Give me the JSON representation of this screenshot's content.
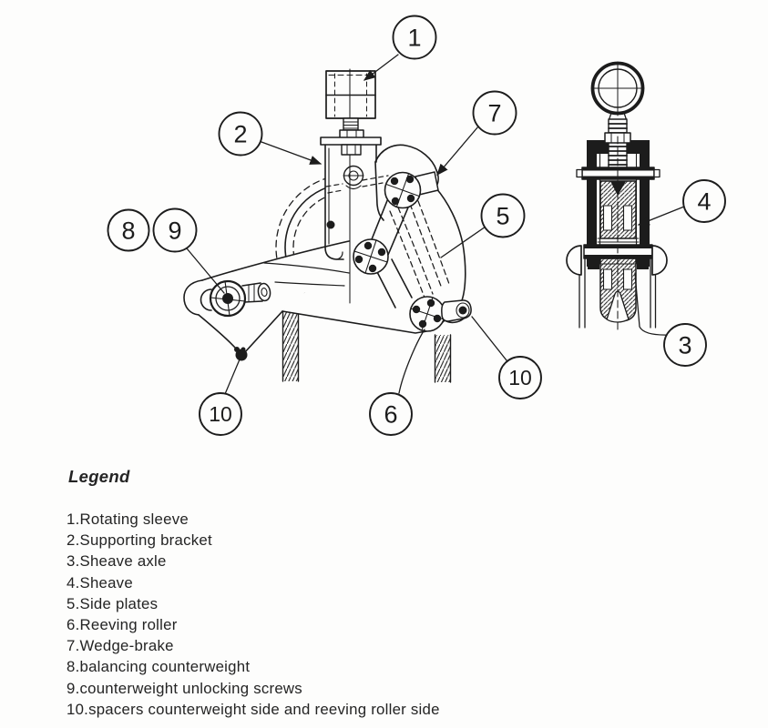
{
  "figure": {
    "ink_color": "#1c1c1c",
    "background": "#fdfdfc",
    "type": "technical line drawing, pulley block front view and side section view"
  },
  "legend": {
    "title": "Legend",
    "items": [
      "1.Rotating sleeve",
      "2.Supporting bracket",
      "3.Sheave axle",
      "4.Sheave",
      "5.Side plates",
      "6.Reeving roller",
      "7.Wedge-brake",
      "8.balancing counterweight",
      "9.counterweight unlocking screws",
      "10.spacers counterweight side and reeving roller side"
    ]
  },
  "callouts": {
    "labels": [
      "1",
      "2",
      "3",
      "4",
      "5",
      "6",
      "7",
      "8",
      "9",
      "10"
    ]
  }
}
